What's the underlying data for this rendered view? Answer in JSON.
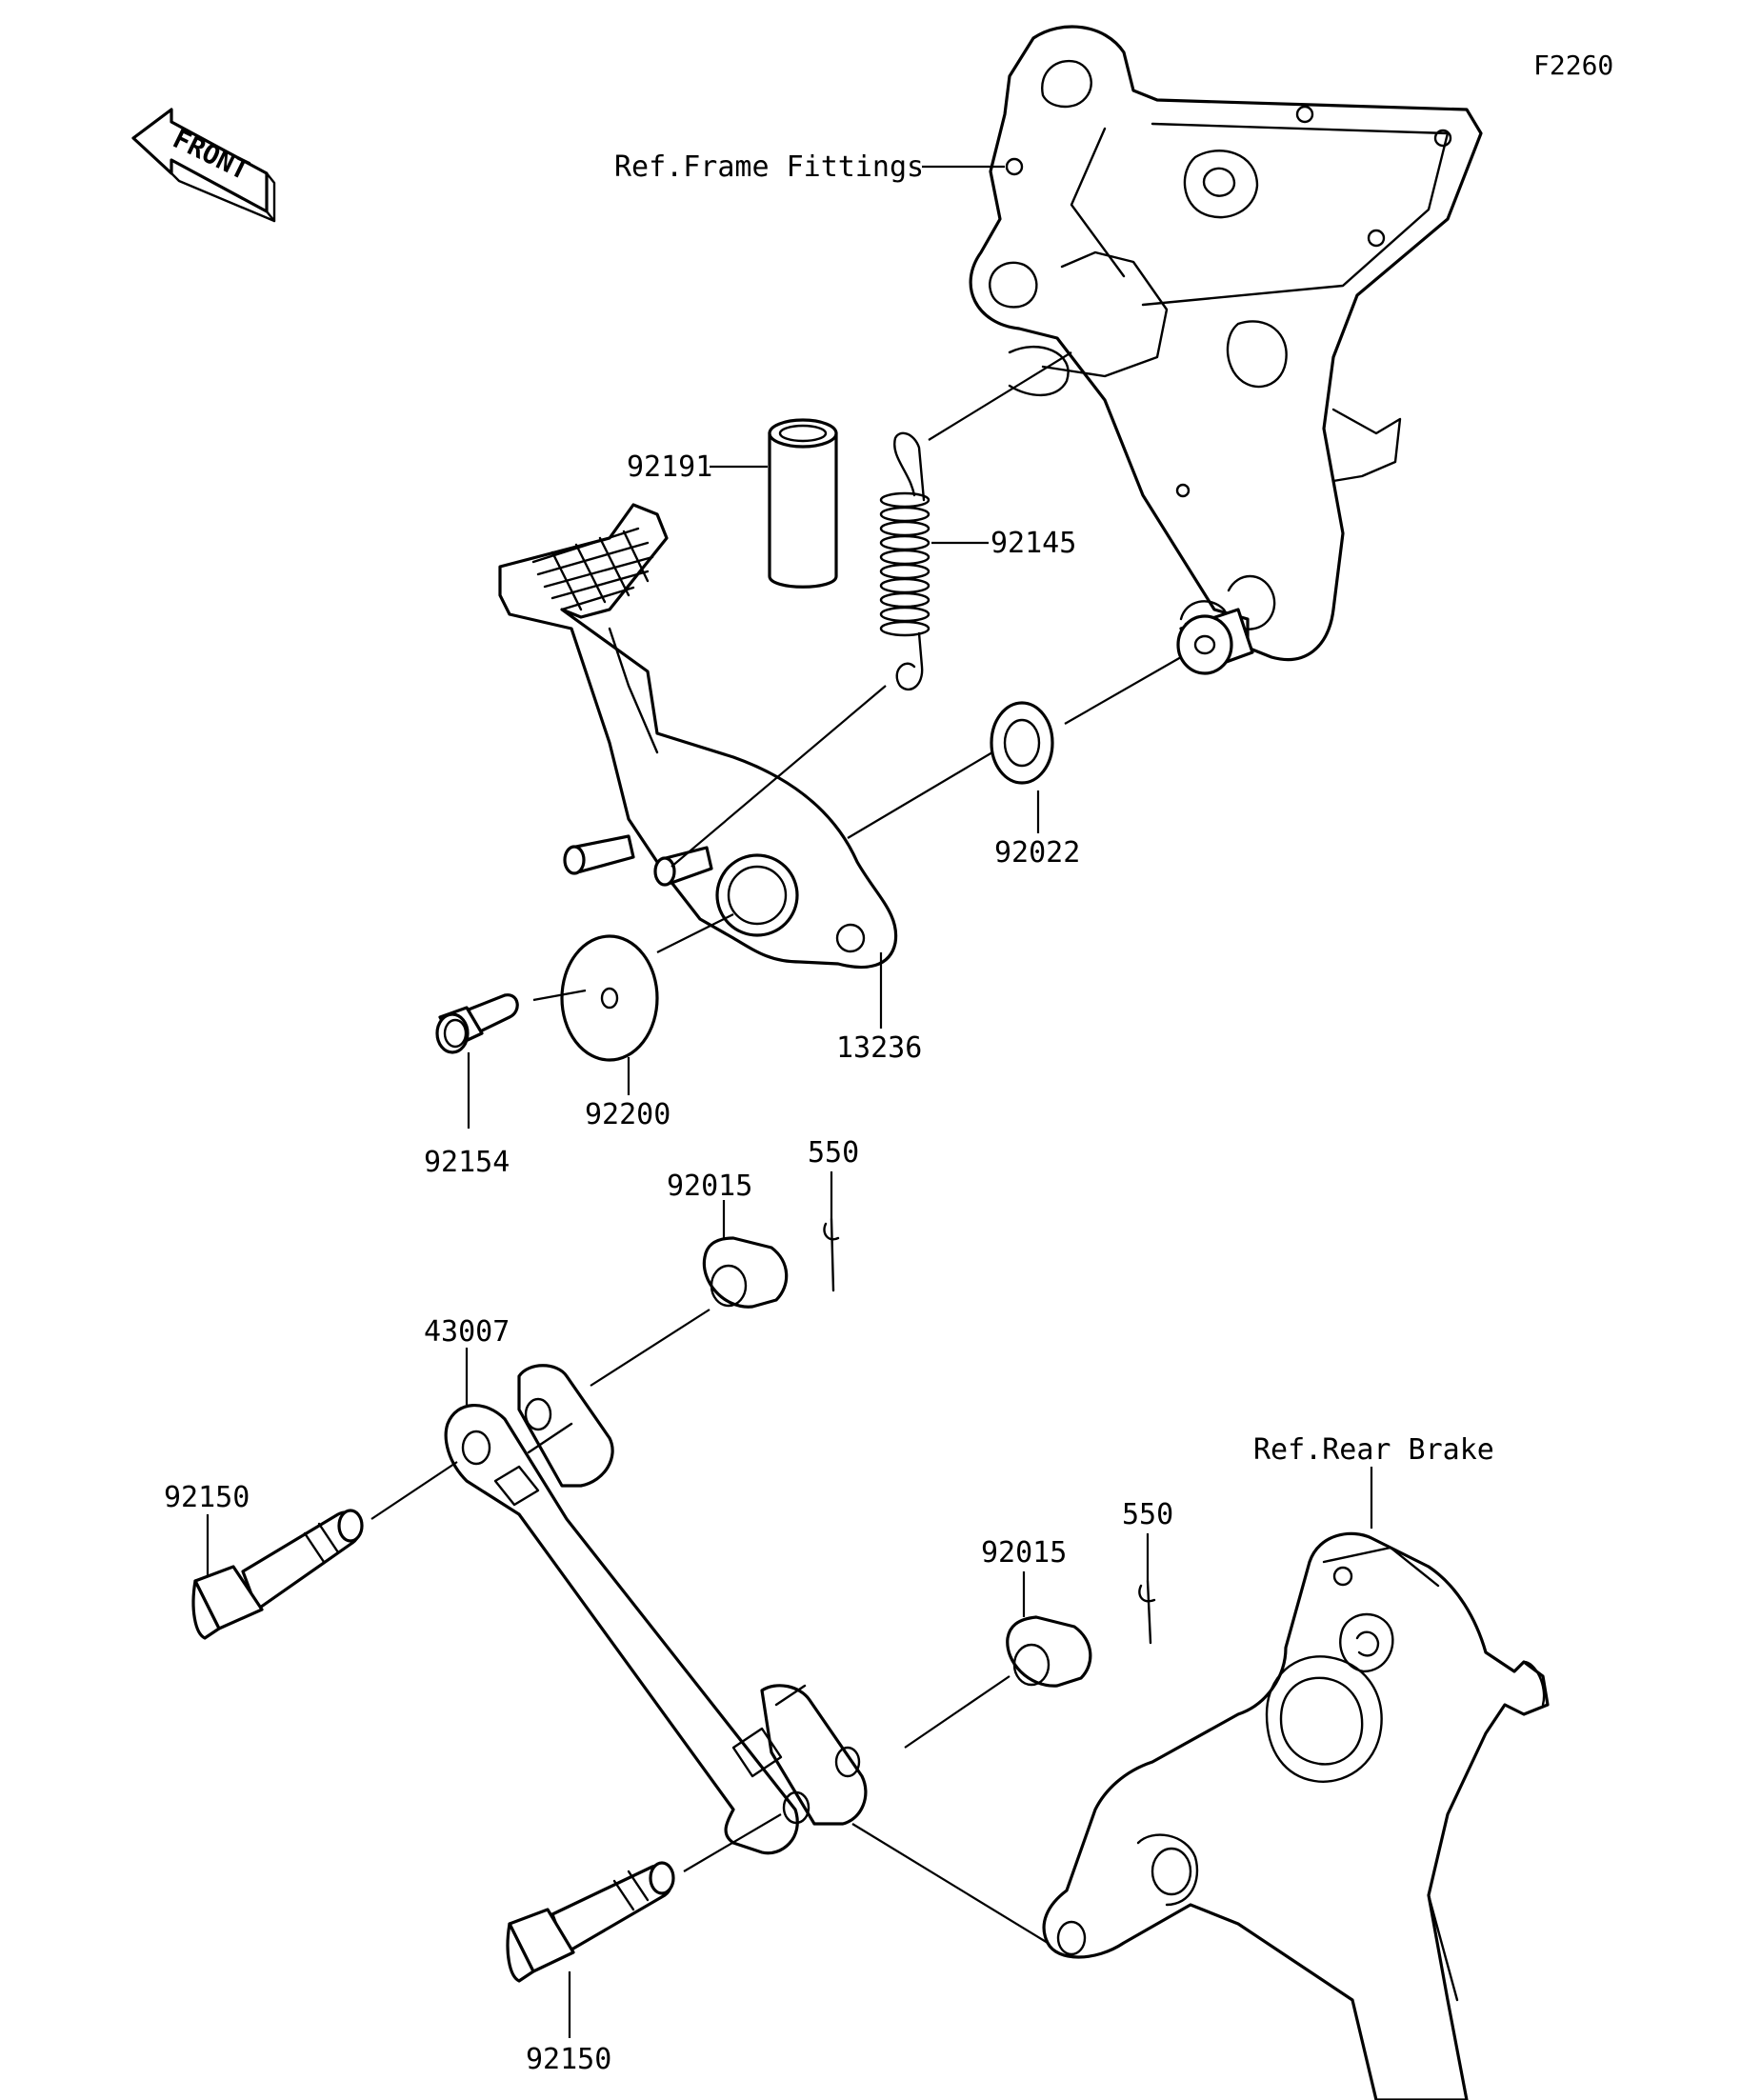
{
  "diagram_code": "F2260",
  "front_label": "FRONT",
  "refs": {
    "frame_fittings": "Ref.Frame Fittings",
    "rear_brake": "Ref.Rear Brake"
  },
  "parts": {
    "collar": "92191",
    "spring": "92145",
    "washer_small": "92022",
    "pedal": "13236",
    "washer_large": "92200",
    "bolt_flange": "92154",
    "nut_upper": "92015",
    "cotter_pin_upper": "550",
    "rod": "43007",
    "bolt_upper": "92150",
    "nut_lower": "92015",
    "cotter_pin_lower": "550",
    "bolt_lower": "92150"
  }
}
